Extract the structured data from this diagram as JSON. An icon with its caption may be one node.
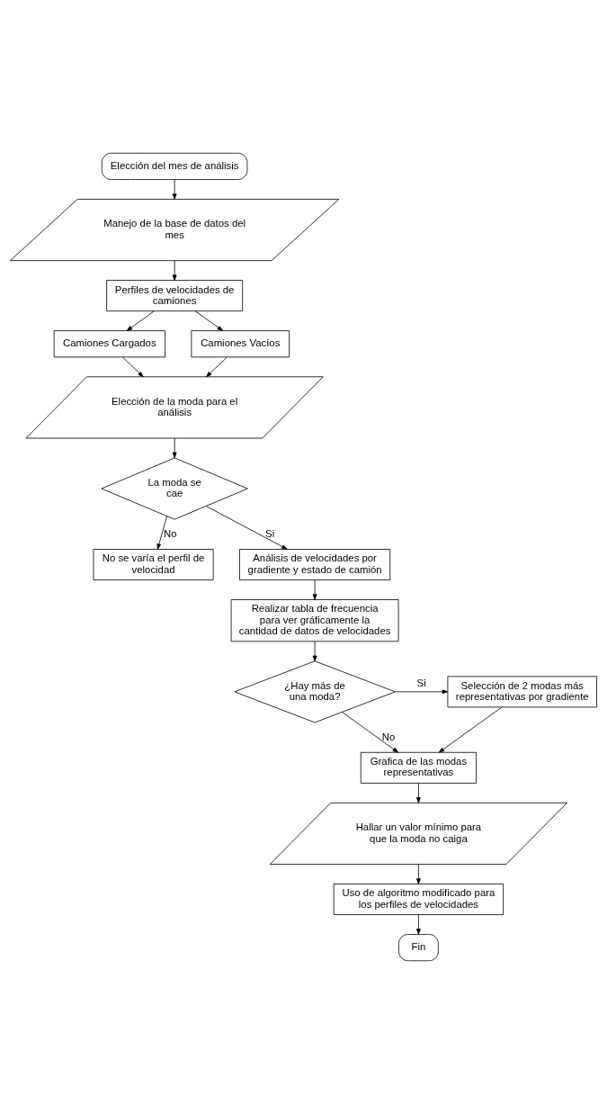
{
  "diagram": {
    "nodes": [
      {
        "text": [
          "Elección del mes de análisis"
        ]
      },
      {
        "text": [
          "Manejo de la base de datos del mes"
        ]
      },
      {
        "text": [
          "Perfiles de velocidades de camiones"
        ]
      },
      {
        "text": [
          "Camiones Cargados"
        ]
      },
      {
        "text": [
          "Camiones Vacíos"
        ]
      },
      {
        "text": [
          "Elección de la moda para el análisis"
        ]
      },
      {
        "text": [
          "La moda se cae"
        ]
      },
      {
        "text": [
          "No se varía el perfil de velocidad"
        ]
      },
      {
        "text": [
          "Análisis de velocidades por gradiente y estado de camión"
        ]
      },
      {
        "text": [
          "Realizar tabla de frecuencia para ver gráficamente la cantidad de datos de velocidades"
        ]
      },
      {
        "text": [
          "¿Hay más de una moda?"
        ]
      },
      {
        "text": [
          "Selección de 2 modas más representativas por gradiente"
        ]
      },
      {
        "text": [
          "Grafica de las modas representativas"
        ]
      },
      {
        "text": [
          "Hallar un valor mínimo para que la moda no caiga"
        ]
      },
      {
        "text": [
          "Uso de algoritmo modificado para los perfiles de velocidades"
        ]
      },
      {
        "text": [
          "Fin"
        ]
      }
    ],
    "edges": [
      {
        "from": 0,
        "to": 1,
        "arrow": "to"
      },
      {
        "from": 1,
        "to": 2,
        "arrow": "to"
      },
      {
        "from": 2,
        "to": 3,
        "arrow": "to"
      },
      {
        "from": 2,
        "to": 4,
        "arrow": "to"
      },
      {
        "from": 3,
        "to": 5,
        "arrow": "to"
      },
      {
        "from": 4,
        "to": 5,
        "arrow": "to"
      },
      {
        "from": 5,
        "to": 6,
        "arrow": "to"
      },
      {
        "from": 6,
        "to": 7,
        "arrow": "to",
        "label": "No"
      },
      {
        "from": 6,
        "to": 8,
        "arrow": "to",
        "label": "Si"
      },
      {
        "from": 8,
        "to": 9,
        "arrow": "to"
      },
      {
        "from": 9,
        "to": 10,
        "arrow": "to"
      },
      {
        "from": 10,
        "to": 11,
        "arrow": "to",
        "label": "Si"
      },
      {
        "from": 10,
        "to": 12,
        "arrow": "to",
        "label": "No"
      },
      {
        "from": 11,
        "to": 12,
        "arrow": "to"
      },
      {
        "from": 12,
        "to": 13,
        "arrow": "to"
      },
      {
        "from": 13,
        "to": 14,
        "arrow": "to"
      },
      {
        "from": 14,
        "to": 15,
        "arrow": "to"
      }
    ]
  }
}
